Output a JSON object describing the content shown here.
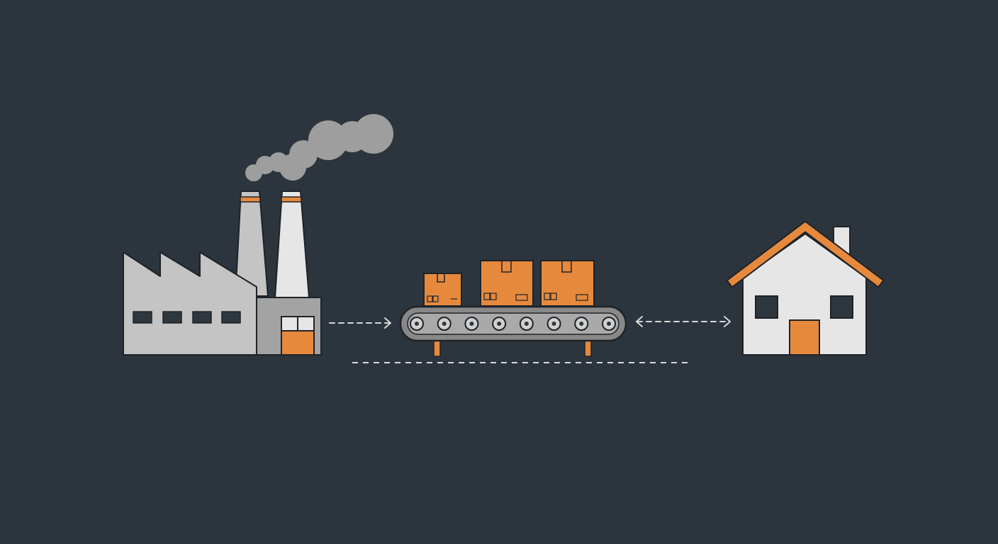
{
  "colors": {
    "background": "#2c353d",
    "outline": "#1e2328",
    "building_light": "#c4c4c4",
    "building_dark": "#a3a3a3",
    "house_wall": "#e6e6e6",
    "accent_orange": "#e6893d",
    "smoke": "#9e9e9e",
    "belt": "#888888",
    "belt_inner": "#2f373e",
    "arrow": "#d8d8d8",
    "window": "#2f373e"
  },
  "icons": {
    "factory": "factory-icon",
    "smoke": "smoke-icon",
    "conveyor": "conveyor-belt-icon",
    "box": "package-box-icon",
    "house": "house-icon",
    "arrow_forward": "arrow-right-icon",
    "arrow_bidirectional": "arrow-left-right-icon"
  },
  "flow": {
    "stages": [
      "factory",
      "conveyor",
      "house"
    ],
    "links": [
      {
        "from": "factory",
        "to": "conveyor",
        "direction": "forward"
      },
      {
        "from": "conveyor",
        "to": "house",
        "direction": "both"
      }
    ],
    "box_count": 3,
    "roller_count": 8
  }
}
